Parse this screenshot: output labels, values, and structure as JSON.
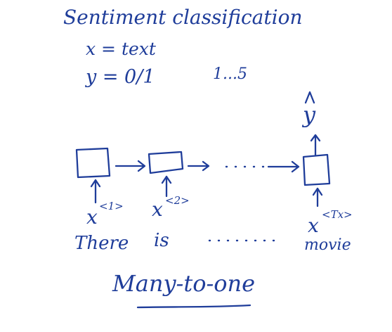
{
  "title": "Sentiment classification",
  "lines": {
    "x_def": "x = text",
    "y_def": "y = 0/1",
    "y_range": "1...5"
  },
  "diagram": {
    "output_label": "y",
    "inputs": [
      {
        "var": "x",
        "sup": "<1>",
        "word": "There"
      },
      {
        "var": "x",
        "sup": "<2>",
        "word": "is"
      },
      {
        "var": "x",
        "sup": "<Tx>",
        "word": "movie"
      }
    ]
  },
  "caption": "Many-to-one",
  "colors": {
    "ink": "#1f3d9a",
    "background": "#ffffff"
  }
}
